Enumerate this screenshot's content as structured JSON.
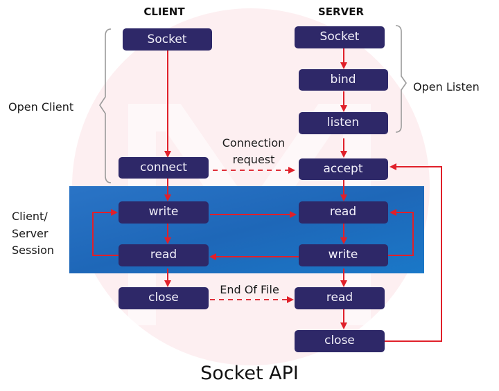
{
  "title": "Socket API",
  "columns": {
    "client": "CLIENT",
    "server": "SERVER"
  },
  "groups": {
    "open_client": "Open Client",
    "open_listen": "Open Listen",
    "session_line1": "Client/",
    "session_line2": "Server",
    "session_line3": "Session"
  },
  "edge_labels": {
    "connection_line1": "Connection",
    "connection_line2": "request",
    "eof": "End Of File"
  },
  "colors": {
    "node_fill": "#2e2868",
    "arrow": "#e0202a",
    "session_band": "#1f6fc0",
    "watermark": "#fdecee"
  },
  "nodes": {
    "client_socket": "Socket",
    "client_connect": "connect",
    "client_write": "write",
    "client_read": "read",
    "client_close": "close",
    "server_socket": "Socket",
    "server_bind": "bind",
    "server_listen": "listen",
    "server_accept": "accept",
    "server_read": "read",
    "server_write": "write",
    "server_read_eof": "read",
    "server_close": "close"
  }
}
